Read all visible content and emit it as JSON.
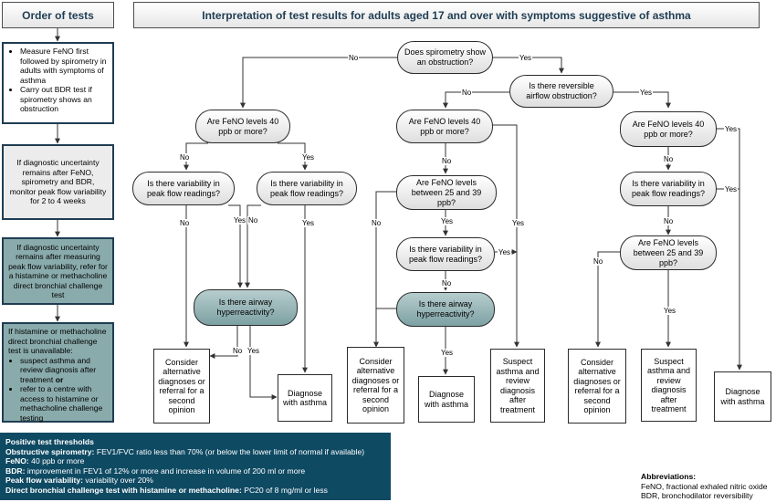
{
  "headers": {
    "order": "Order of tests",
    "interpretation": "Interpretation of test results for adults aged 17 and over with symptoms suggestive of asthma"
  },
  "order_steps": {
    "step1_items": [
      "Measure FeNO first followed by spirometry in adults with symptoms of asthma",
      "Carry out BDR test if spirometry shows an obstruction"
    ],
    "step2": "If diagnostic uncertainty remains after FeNO, spirometry and BDR, monitor peak flow variability for 2 to 4 weeks",
    "step3": "If diagnostic uncertainty remains after measuring peak flow variability, refer for a histamine or methacholine direct bronchial challenge test",
    "step4_intro": "If  histamine or methacholine direct bronchial challenge test is unavailable:",
    "step4_item1_text": "suspect asthma and review diagnosis after treatment",
    "step4_item1_or": "or",
    "step4_item2": "refer to a centre with access to histamine or methacholine challenge testing"
  },
  "questions": {
    "q_spiro": "Does spirometry show an obstruction?",
    "q_rev": "Is there reversible airflow obstruction?",
    "q_feno_a": "Are FeNO levels 40 ppb or more?",
    "q_feno_b": "Are FeNO levels 40 ppb or more?",
    "q_feno_c": "Are FeNO levels 40 ppb or more?",
    "q_pf_a": "Is there variability in peak flow readings?",
    "q_pf_b": "Is there variability in peak flow readings?",
    "q_pf_c": "Is there variability in peak flow readings?",
    "q_pf_d": "Is there variability in peak flow readings?",
    "q_f2539_b": "Are FeNO levels between 25 and 39 ppb?",
    "q_f2539_c": "Are FeNO levels between 25 and 39 ppb?",
    "q_air_a": "Is there airway hyperreactivity?",
    "q_air_b": "Is there airway hyperreactivity?"
  },
  "outcomes": {
    "o_cons_a": "Consider alternative diagnoses or referral for a second opinion",
    "o_diag_a": "Diagnose with asthma",
    "o_cons_b": "Consider alternative diagnoses or referral for a second opinion",
    "o_diag_b": "Diagnose with asthma",
    "o_susp_b": "Suspect asthma and review diagnosis after treatment",
    "o_cons_c": "Consider alternative diagnoses or referral for a second opinion",
    "o_susp_c": "Suspect asthma and review diagnosis after treatment",
    "o_diag_c": "Diagnose with asthma"
  },
  "branch_labels": {
    "yes": "Yes",
    "no": "No"
  },
  "thresholds": {
    "title": "Positive test thresholds",
    "rows": [
      {
        "term": "Obstructive spirometry:",
        "text": " FEV1/FVC ratio less than 70% (or below the lower limit of normal if available)"
      },
      {
        "term": "FeNO:",
        "text": " 40 ppb or more"
      },
      {
        "term": "BDR:",
        "text": " improvement in FEV1 of 12% or more and increase in volume of 200 ml or more"
      },
      {
        "term": "Peak flow variability:",
        "text": " variability over 20%"
      },
      {
        "term": "Direct bronchial challenge test with histamine or methacholine:",
        "text": " PC20 of 8 mg/ml or less"
      }
    ]
  },
  "abbreviations": {
    "title": "Abbreviations:",
    "lines": [
      "FeNO, fractional exhaled nitric oxide",
      "BDR, bronchodilator reversibility"
    ]
  },
  "colors": {
    "dark_teal": "#0f4a63",
    "mid_teal": "#8aabac",
    "header_text": "#1f3d52"
  }
}
